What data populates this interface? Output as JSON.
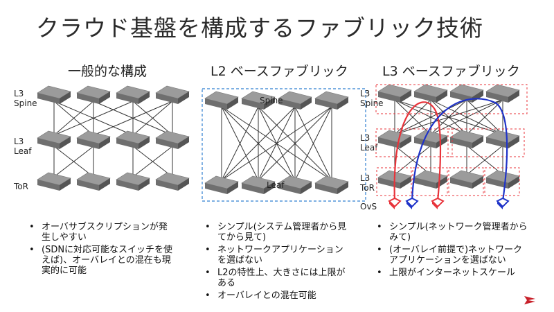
{
  "title": "クラウド基盤を構成するファブリック技術",
  "columns": [
    {
      "heading": "一般的な構成",
      "labels": {
        "spine": "L3\nSpine",
        "leaf": "L3\nLeaf",
        "tor": "ToR"
      },
      "bullets": [
        "オーバサブスクリプションが発生しやすい",
        "(SDNに対応可能なスイッチを使えば)、オーバレイとの混在も現実的に可能"
      ]
    },
    {
      "heading": "L2 ベースファブリック",
      "labels": {
        "spine": "Spine",
        "leaf": "Leaf"
      },
      "bullets": [
        "シンプル(システム管理者から見てから見て)",
        "ネットワークアプリケーションを選ばない",
        "L2の特性上、大きさには上限がある",
        "オーバレイとの混在可能"
      ]
    },
    {
      "heading": "L3 ベースファブリック",
      "labels": {
        "spine": "L3\nSpine",
        "leaf": "L3\nLeaf",
        "tor": "L3\nToR",
        "ovs": "OvS"
      },
      "bullets": [
        "シンプル(ネットワーク管理者からみて)",
        "(オーバレイ前提で)ネットワークアプリケーションを選ばない",
        "上限がインターネットスケール"
      ]
    }
  ],
  "colors": {
    "switch": "#8a8a8a",
    "redBox": "#e8333a",
    "blueBox": "#2f7fd0",
    "redArrow": "#e8333a",
    "blueArrow": "#1f33c8"
  }
}
